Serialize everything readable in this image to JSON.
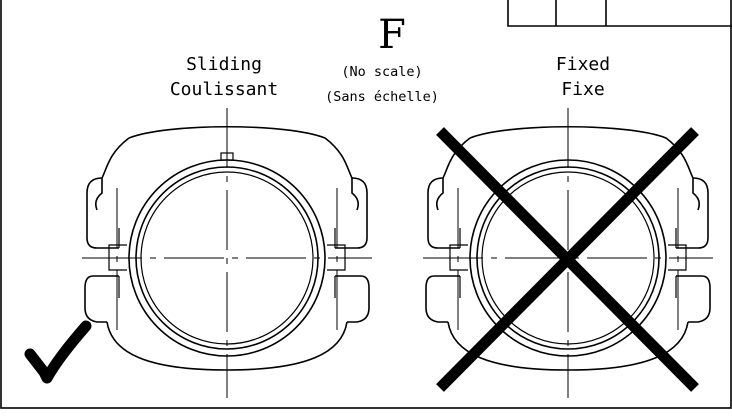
{
  "view_letter": "F",
  "scale_note": {
    "line1": "(No scale)",
    "line2": "(Sans échelle)"
  },
  "sliding": {
    "label_en": "Sliding",
    "label_fr": "Coulissant",
    "status": "approved",
    "status_icon": "checkmark-icon"
  },
  "fixed": {
    "label_en": "Fixed",
    "label_fr": "Fixe",
    "status": "rejected",
    "status_icon": "cross-out-icon"
  },
  "colors": {
    "line": "#000000",
    "background": "#ffffff"
  }
}
